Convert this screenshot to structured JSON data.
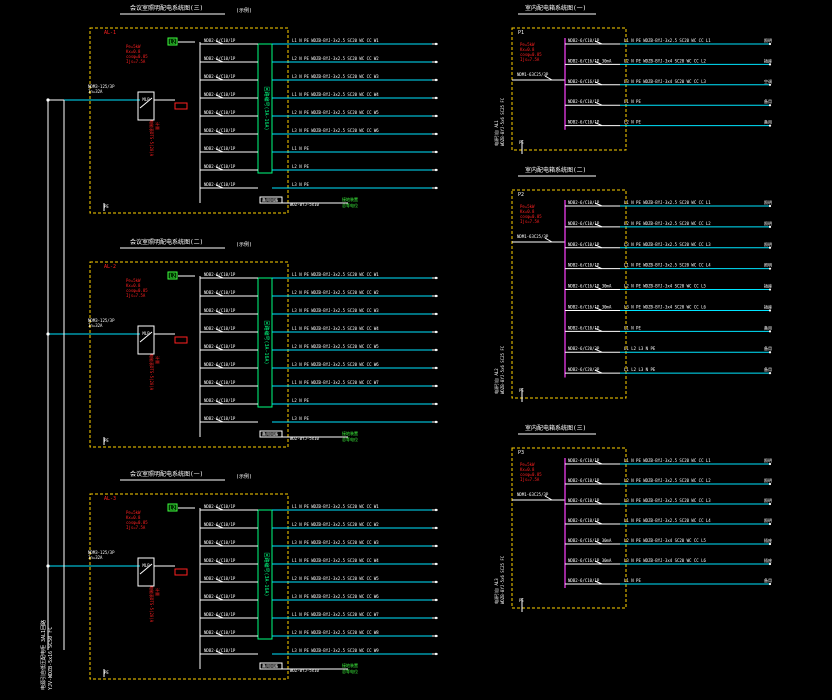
{
  "colors": {
    "background": "#000000",
    "line": "#ffffff",
    "bus": "#00ff80",
    "box": "#ffd200",
    "cyan": "#00e5ff",
    "red": "#ff2020",
    "green_text": "#40ff40",
    "magenta": "#ff40ff"
  },
  "panels_left": [
    {
      "title": "会议室照明配电系统图(三)",
      "note": "(示例)",
      "box_id": "AL-1",
      "meter_id": "L2",
      "params": [
        "Pe=5kW",
        "Kx=0.8",
        "cosφ=0.85",
        "Ijs=7.5A"
      ],
      "incoming_breaker": "NDM3-125/3P",
      "incoming_rating": "In=32A",
      "red_note": [
        "电能表DTS-5(20)A",
        "计量"
      ],
      "bus_label": "回路编号(3A-16A)",
      "outgoing": [
        {
          "breaker": "NDB2-6/C10/1P",
          "cable": "L1 N PE  WDZB-BYJ-3x2.5  SC20 WC CC  W1"
        },
        {
          "breaker": "NDB2-6/C10/1P",
          "cable": "L2 N PE  WDZB-BYJ-3x2.5  SC20 WC CC  W2"
        },
        {
          "breaker": "NDB2-6/C10/1P",
          "cable": "L3 N PE  WDZB-BYJ-3x2.5  SC20 WC CC  W3"
        },
        {
          "breaker": "NDB2-6/C10/1P",
          "cable": "L1 N PE  WDZB-BYJ-3x2.5  SC20 WC CC  W4"
        },
        {
          "breaker": "NDB2-6/C10/1P",
          "cable": "L2 N PE  WDZB-BYJ-3x2.5  SC20 WC CC  W5"
        },
        {
          "breaker": "NDB2-6/C10/1P",
          "cable": "L3 N PE  WDZB-BYJ-3x2.5  SC20 WC CC  W6"
        },
        {
          "breaker": "NDB2-6/C10/1P",
          "cable": "L1 N PE"
        },
        {
          "breaker": "NDB2-6/C10/1P",
          "cable": "L2 N PE"
        },
        {
          "breaker": "NDB2-6/C10/1P",
          "cable": "L3 N PE"
        }
      ],
      "spare_label": "备用回路",
      "bottom_cable": "WDZ-BYJ-5x10",
      "bottom_green": [
        "接地装置",
        "总等电位"
      ]
    },
    {
      "title": "会议室照明配电系统图(二)",
      "note": "(示例)",
      "box_id": "AL-2",
      "meter_id": "L2",
      "params": [
        "Pe=5kW",
        "Kx=0.8",
        "cosφ=0.85",
        "Ijs=7.5A"
      ],
      "incoming_breaker": "NDM3-125/3P",
      "incoming_rating": "In=32A",
      "red_note": [
        "电能表DTS-5(20)A",
        "计量"
      ],
      "bus_label": "回路编号(3A-16A)",
      "outgoing": [
        {
          "breaker": "NDB2-6/C10/1P",
          "cable": "L1 N PE  WDZB-BYJ-3x2.5  SC20 WC CC  W1"
        },
        {
          "breaker": "NDB2-6/C10/1P",
          "cable": "L2 N PE  WDZB-BYJ-3x2.5  SC20 WC CC  W2"
        },
        {
          "breaker": "NDB2-6/C10/1P",
          "cable": "L3 N PE  WDZB-BYJ-3x2.5  SC20 WC CC  W3"
        },
        {
          "breaker": "NDB2-6/C10/1P",
          "cable": "L1 N PE  WDZB-BYJ-3x2.5  SC20 WC CC  W4"
        },
        {
          "breaker": "NDB2-6/C10/1P",
          "cable": "L2 N PE  WDZB-BYJ-3x2.5  SC20 WC CC  W5"
        },
        {
          "breaker": "NDB2-6/C10/1P",
          "cable": "L3 N PE  WDZB-BYJ-3x2.5  SC20 WC CC  W6"
        },
        {
          "breaker": "NDB2-6/C10/1P",
          "cable": "L1 N PE  WDZB-BYJ-3x2.5  SC20 WC CC  W7"
        },
        {
          "breaker": "NDB2-6/C10/1P",
          "cable": "L2 N PE"
        },
        {
          "breaker": "NDB2-6/C10/1P",
          "cable": "L3 N PE"
        }
      ],
      "spare_label": "备用回路",
      "bottom_cable": "WDZ-BYJ-5x10",
      "bottom_green": [
        "接地装置",
        "总等电位"
      ]
    },
    {
      "title": "会议室照明配电系统图(一)",
      "note": "(示例)",
      "box_id": "AL-3",
      "meter_id": "L2",
      "params": [
        "Pe=5kW",
        "Kx=0.8",
        "cosφ=0.85",
        "Ijs=7.5A"
      ],
      "incoming_breaker": "NDM3-125/3P",
      "incoming_rating": "In=32A",
      "red_note": [
        "电能表DTS-5(20)A",
        "计量"
      ],
      "bus_label": "回路编号(3A-16A)",
      "outgoing": [
        {
          "breaker": "NDB2-6/C10/1P",
          "cable": "L1 N PE  WDZB-BYJ-3x2.5  SC20 WC CC  W1"
        },
        {
          "breaker": "NDB2-6/C10/1P",
          "cable": "L2 N PE  WDZB-BYJ-3x2.5  SC20 WC CC  W2"
        },
        {
          "breaker": "NDB2-6/C10/1P",
          "cable": "L3 N PE  WDZB-BYJ-3x2.5  SC20 WC CC  W3"
        },
        {
          "breaker": "NDB2-6/C10/1P",
          "cable": "L1 N PE  WDZB-BYJ-3x2.5  SC20 WC CC  W4"
        },
        {
          "breaker": "NDB2-6/C10/1P",
          "cable": "L2 N PE  WDZB-BYJ-3x2.5  SC20 WC CC  W5"
        },
        {
          "breaker": "NDB2-6/C10/1P",
          "cable": "L3 N PE  WDZB-BYJ-3x2.5  SC20 WC CC  W6"
        },
        {
          "breaker": "NDB2-6/C10/1P",
          "cable": "L1 N PE  WDZB-BYJ-3x2.5  SC20 WC CC  W7"
        },
        {
          "breaker": "NDB2-6/C10/1P",
          "cable": "L2 N PE  WDZB-BYJ-3x2.5  SC20 WC CC  W8"
        },
        {
          "breaker": "NDB2-6/C10/1P",
          "cable": "L3 N PE  WDZB-BYJ-3x2.5  SC20 WC CC  W9"
        }
      ],
      "spare_label": "备用回路",
      "bottom_cable": "WDZ-BYJ-5x10",
      "bottom_green": [
        "接地装置",
        "总等电位"
      ]
    }
  ],
  "main_feeder_label": [
    "电源引自低压配电柜 3AL1回路",
    "YJV-WDZB-5x16 SC50 FC"
  ],
  "panels_right": [
    {
      "title": "室内配电箱系统图(一)",
      "box_id": "P1",
      "params": [
        "Pe=5kW",
        "Kx=0.8",
        "cosφ=0.85",
        "Ijs=7.5A"
      ],
      "incoming_breaker": "NDM1-63C25/3P",
      "feeder": [
        "电源引自 AL1",
        "WDZB-BYJ-5x6 SC25 FC"
      ],
      "outgoing": [
        {
          "breaker": "NDB2-6/C10/1P",
          "cable": "L1 N PE  WDZB-BYJ-3x2.5  SC20 WC CC  L1",
          "end": "照明"
        },
        {
          "breaker": "NDB2-6/C16/1P 30mA",
          "cable": "L2 N PE  WDZB-BYJ-3x4  SC20 WC CC  L2",
          "end": "插座"
        },
        {
          "breaker": "NDB2-6/C16/1P",
          "cable": "L3 N PE  WDZB-BYJ-3x4  SC20 WC CC  L3",
          "end": "空调"
        },
        {
          "breaker": "NDB2-6/C10/1P",
          "cable": "L1 N PE",
          "end": "备用"
        },
        {
          "breaker": "NDB2-6/C10/1P",
          "cable": "L2 N PE",
          "end": "备用"
        }
      ]
    },
    {
      "title": "室内配电箱系统图(二)",
      "box_id": "P2",
      "params": [
        "Pe=5kW",
        "Kx=0.8",
        "cosφ=0.85",
        "Ijs=7.5A"
      ],
      "incoming_breaker": "NDM1-63C25/3P",
      "feeder": [
        "电源引自 AL2",
        "WDZB-BYJ-5x6 SC25 FC"
      ],
      "outgoing": [
        {
          "breaker": "NDB2-6/C10/1P",
          "cable": "L1 N PE  WDZB-BYJ-3x2.5  SC20 WC CC  L1",
          "end": "照明"
        },
        {
          "breaker": "NDB2-6/C10/1P",
          "cable": "L2 N PE  WDZB-BYJ-3x2.5  SC20 WC CC  L2",
          "end": "照明"
        },
        {
          "breaker": "NDB2-6/C10/1P",
          "cable": "L3 N PE  WDZB-BYJ-3x2.5  SC20 WC CC  L3",
          "end": "照明"
        },
        {
          "breaker": "NDB2-6/C10/1P",
          "cable": "L1 N PE  WDZB-BYJ-3x2.5  SC20 WC CC  L4",
          "end": "照明"
        },
        {
          "breaker": "NDB2-6/C16/1P 30mA",
          "cable": "L2 N PE  WDZB-BYJ-3x4  SC20 WC CC  L5",
          "end": "插座"
        },
        {
          "breaker": "NDB2-6/C16/1P 30mA",
          "cable": "L3 N PE  WDZB-BYJ-3x4  SC20 WC CC  L6",
          "end": "插座"
        },
        {
          "breaker": "NDB2-6/C10/1P",
          "cable": "L1 N PE",
          "end": "备用"
        },
        {
          "breaker": "NDB2-6/C20/3P",
          "cable": "L1 L2 L3 N PE",
          "end": "备用"
        },
        {
          "breaker": "NDB2-6/C20/3P",
          "cable": "L1 L2 L3 N PE",
          "end": "备用"
        }
      ]
    },
    {
      "title": "室内配电箱系统图(三)",
      "box_id": "P3",
      "params": [
        "Pe=5kW",
        "Kx=0.8",
        "cosφ=0.85",
        "Ijs=7.5A"
      ],
      "incoming_breaker": "NDM1-63C25/3P",
      "feeder": [
        "电源引自 AL3",
        "WDZB-BYJ-5x6 SC25 FC"
      ],
      "outgoing": [
        {
          "breaker": "NDB2-6/C10/1P",
          "cable": "L1 N PE  WDZB-BYJ-3x2.5  SC20 WC CC  L1",
          "end": "照明"
        },
        {
          "breaker": "NDB2-6/C10/1P",
          "cable": "L2 N PE  WDZB-BYJ-3x2.5  SC20 WC CC  L2",
          "end": "照明"
        },
        {
          "breaker": "NDB2-6/C10/1P",
          "cable": "L3 N PE  WDZB-BYJ-3x2.5  SC20 WC CC  L3",
          "end": "照明"
        },
        {
          "breaker": "NDB2-6/C10/1P",
          "cable": "L1 N PE  WDZB-BYJ-3x2.5  SC20 WC CC  L4",
          "end": "照明"
        },
        {
          "breaker": "NDB2-6/C16/1P 30mA",
          "cable": "L2 N PE  WDZB-BYJ-3x4  SC20 WC CC  L5",
          "end": "插座"
        },
        {
          "breaker": "NDB2-6/C16/1P 30mA",
          "cable": "L3 N PE  WDZB-BYJ-3x4  SC20 WC CC  L6",
          "end": "插座"
        },
        {
          "breaker": "NDB2-6/C10/1P",
          "cable": "L1 N PE",
          "end": "备用"
        }
      ]
    }
  ]
}
